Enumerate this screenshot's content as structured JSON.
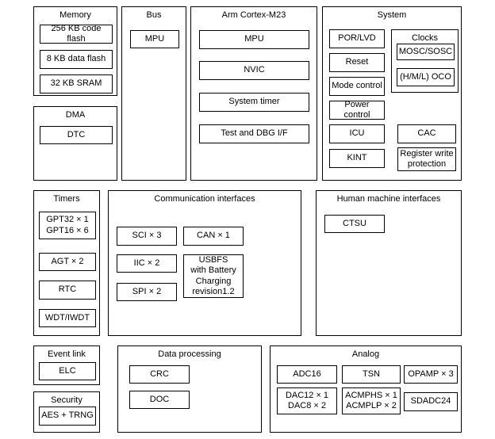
{
  "blocks": {
    "memory": {
      "title": "Memory",
      "items": {
        "code_flash": "256 KB code flash",
        "data_flash": "8 KB data flash",
        "sram": "32 KB SRAM"
      }
    },
    "dma": {
      "title": "DMA",
      "items": {
        "dtc": "DTC"
      }
    },
    "bus": {
      "title": "Bus",
      "items": {
        "mpu": "MPU"
      }
    },
    "cortex": {
      "title": "Arm Cortex-M23",
      "items": {
        "mpu": "MPU",
        "nvic": "NVIC",
        "system_timer": "System timer",
        "test_dbg": "Test and DBG I/F"
      }
    },
    "system": {
      "title": "System",
      "items": {
        "por_lvd": "POR/LVD",
        "reset": "Reset",
        "mode_control": "Mode control",
        "power_control": "Power control",
        "icu": "ICU",
        "kint": "KINT",
        "cac": "CAC",
        "reg_write_protection": "Register write protection"
      },
      "clocks": {
        "title": "Clocks",
        "items": {
          "mosc_sosc": "MOSC/SOSC",
          "oco": "(H/M/L) OCO"
        }
      }
    },
    "timers": {
      "title": "Timers",
      "items": {
        "gpt": "GPT32 × 1\nGPT16 × 6",
        "agt": "AGT × 2",
        "rtc": "RTC",
        "wdt": "WDT/IWDT"
      }
    },
    "comm": {
      "title": "Communication interfaces",
      "items": {
        "sci": "SCI × 3",
        "can": "CAN × 1",
        "iic": "IIC × 2",
        "usbfs": "USBFS\nwith Battery\nCharging\nrevision1.2",
        "spi": "SPI × 2"
      }
    },
    "hmi": {
      "title": "Human machine interfaces",
      "items": {
        "ctsu": "CTSU"
      }
    },
    "event_link": {
      "title": "Event link",
      "items": {
        "elc": "ELC"
      }
    },
    "security": {
      "title": "Security",
      "items": {
        "aes_trng": "AES + TRNG"
      }
    },
    "data_processing": {
      "title": "Data processing",
      "items": {
        "crc": "CRC",
        "doc": "DOC"
      }
    },
    "analog": {
      "title": "Analog",
      "items": {
        "adc16": "ADC16",
        "tsn": "TSN",
        "opamp": "OPAMP × 3",
        "dac": "DAC12 × 1\nDAC8 × 2",
        "acmp": "ACMPHS × 1\nACMPLP × 2",
        "sdadc": "SDADC24"
      }
    }
  }
}
